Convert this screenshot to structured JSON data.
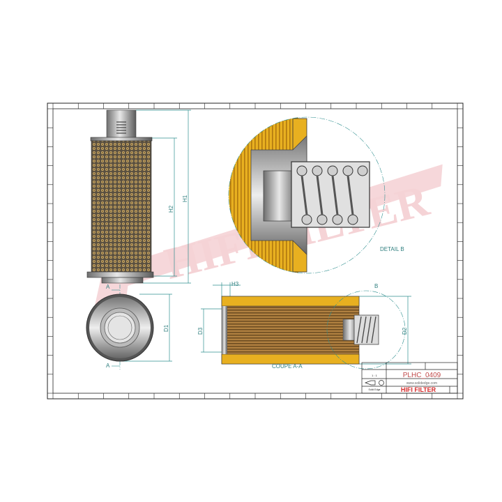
{
  "drawing": {
    "part_number": "PLHC_0409",
    "website": "www.solidedge.com",
    "brand": "HIFI FILTER",
    "watermark": "HIFI FILTER",
    "scale": "1 : 1",
    "software": "Solid Edge",
    "section_label": "COUPE A-A",
    "detail_label": "DETAIL B",
    "detail_marker": "B",
    "section_marker_top": "A",
    "section_marker_bottom": "A"
  },
  "dimensions": {
    "h1": "H1",
    "h2": "H2",
    "h3": "H3",
    "d1": "D1",
    "d2": "D2",
    "d3": "D3"
  },
  "colors": {
    "dimension": "#2f8f8f",
    "media_yellow": "#e8b020",
    "brand_red": "#d42a2a",
    "watermark": "#f3c9cc"
  }
}
